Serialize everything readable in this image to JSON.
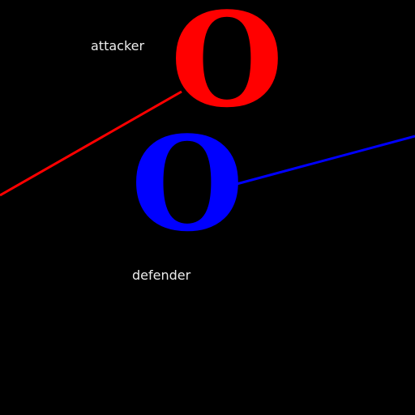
{
  "scene": {
    "background_color": "#000000"
  },
  "attacker": {
    "label": "attacker",
    "glyph": "O",
    "color": "#ff0000"
  },
  "defender": {
    "label": "defender",
    "glyph": "O",
    "color": "#0000ff"
  }
}
